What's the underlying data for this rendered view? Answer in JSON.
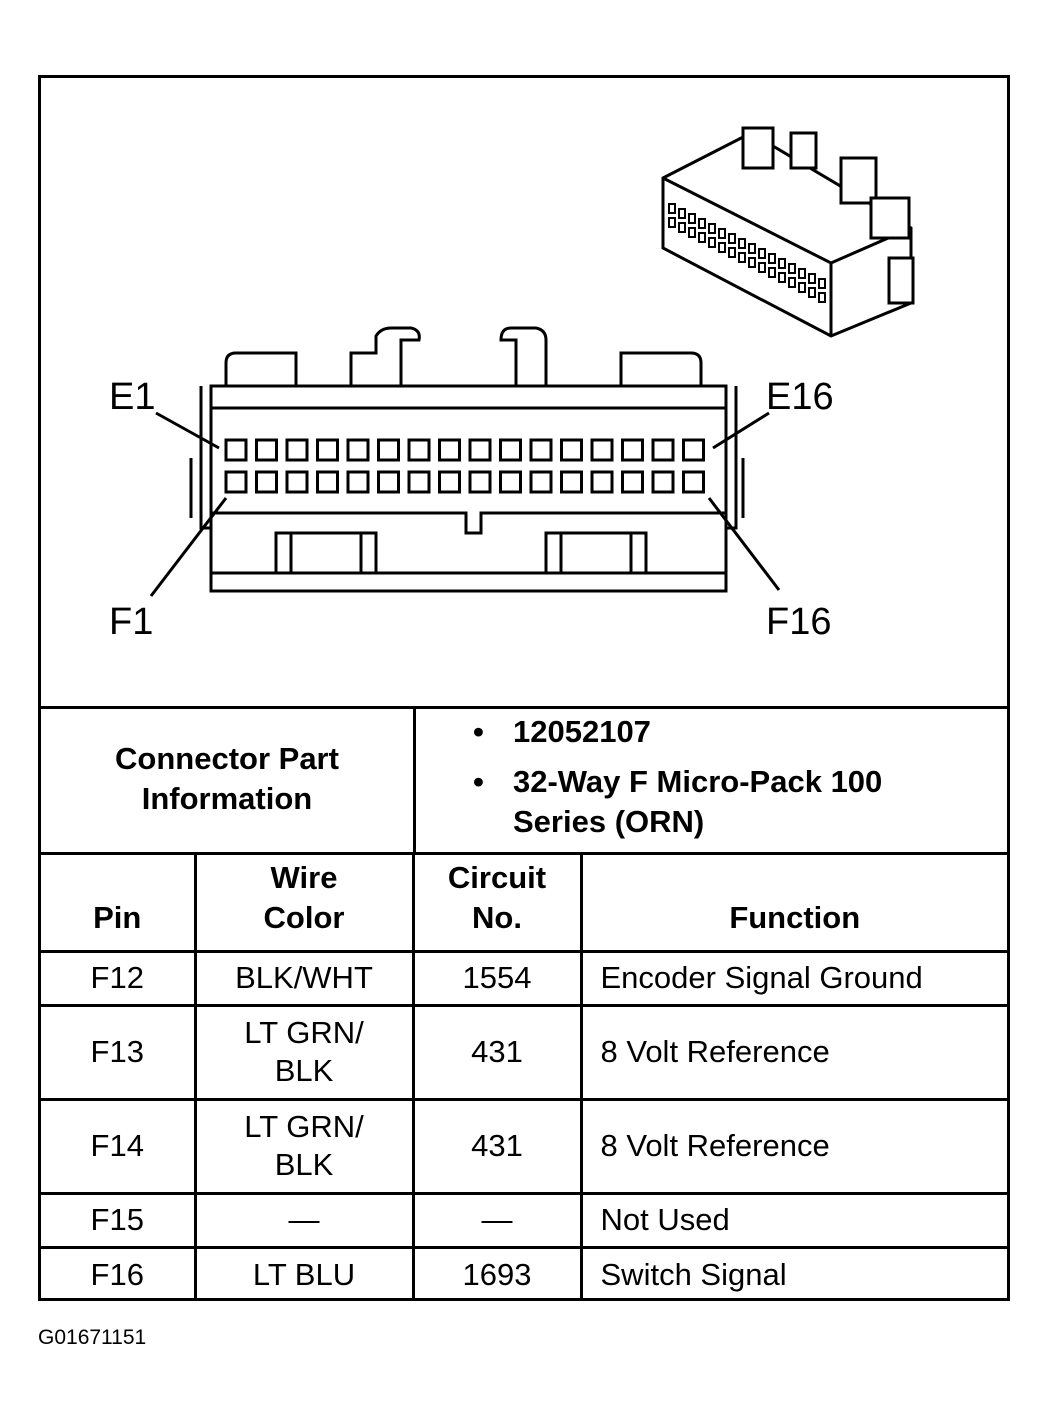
{
  "connector": {
    "pin_labels": {
      "top_left": "E1",
      "top_right": "E16",
      "bottom_left": "F1",
      "bottom_right": "F16"
    }
  },
  "part_info": {
    "label": "Connector Part Information",
    "items": [
      "12052107",
      "32-Way F Micro-Pack 100 Series (ORN)"
    ]
  },
  "table": {
    "headers": {
      "pin": "Pin",
      "wire_color": "Wire Color",
      "circuit": "Circuit No.",
      "function": "Function"
    },
    "rows": [
      {
        "pin": "F12",
        "wire_color": "BLK/WHT",
        "circuit": "1554",
        "function": "Encoder Signal Ground"
      },
      {
        "pin": "F13",
        "wire_color": "LT GRN/ BLK",
        "circuit": "431",
        "function": "8 Volt Reference"
      },
      {
        "pin": "F14",
        "wire_color": "LT GRN/ BLK",
        "circuit": "431",
        "function": "8 Volt Reference"
      },
      {
        "pin": "F15",
        "wire_color": "—",
        "circuit": "—",
        "function": "Not Used"
      },
      {
        "pin": "F16",
        "wire_color": "LT BLU",
        "circuit": "1693",
        "function": "Switch Signal"
      }
    ]
  },
  "figure_id": "G01671151"
}
